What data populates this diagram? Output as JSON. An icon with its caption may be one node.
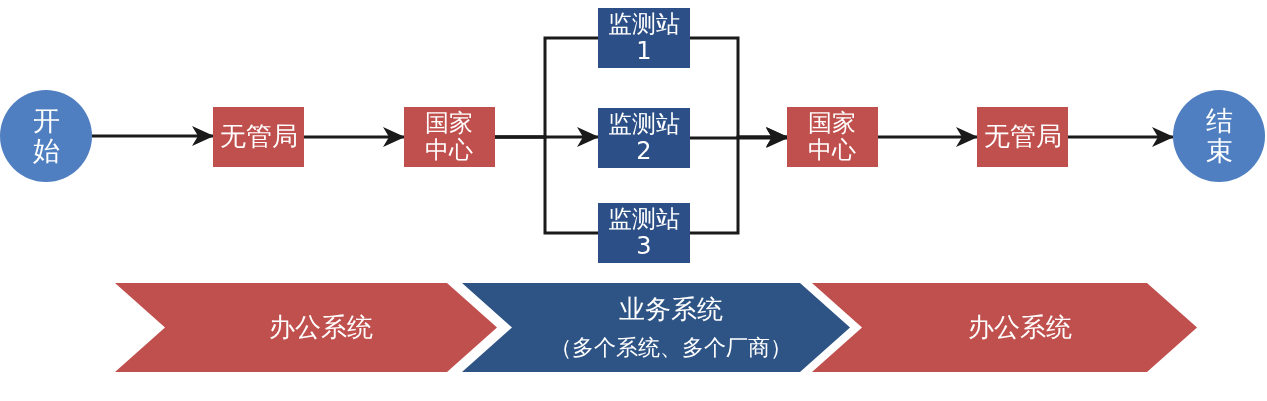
{
  "diagram": {
    "nodes": [
      {
        "text": [
          "开始"
        ]
      },
      {
        "text": [
          "无管局"
        ]
      },
      {
        "text": [
          "国家中心"
        ]
      },
      {
        "text": [
          "监测站1"
        ]
      },
      {
        "text": [
          "监测站2"
        ]
      },
      {
        "text": [
          "监测站3"
        ]
      },
      {
        "text": [
          "国家中心"
        ]
      },
      {
        "text": [
          "无管局"
        ]
      },
      {
        "text": [
          "结束"
        ]
      },
      {
        "text": [
          "办公系统"
        ]
      },
      {
        "text": [
          "业务系统",
          "（多个系统、多个厂商）"
        ]
      },
      {
        "text": [
          "办公系统"
        ]
      }
    ],
    "edges": [
      {
        "from": 0,
        "to": 1,
        "arrow": "to"
      },
      {
        "from": 1,
        "to": 2,
        "arrow": "to"
      },
      {
        "from": 2,
        "to": 3,
        "arrow": "none"
      },
      {
        "from": 2,
        "to": 4,
        "arrow": "to"
      },
      {
        "from": 2,
        "to": 5,
        "arrow": "none"
      },
      {
        "from": 3,
        "to": 6,
        "arrow": "to"
      },
      {
        "from": 4,
        "to": 6,
        "arrow": "to"
      },
      {
        "from": 5,
        "to": 6,
        "arrow": "to"
      },
      {
        "from": 6,
        "to": 7,
        "arrow": "to"
      },
      {
        "from": 7,
        "to": 8,
        "arrow": "to"
      }
    ]
  }
}
